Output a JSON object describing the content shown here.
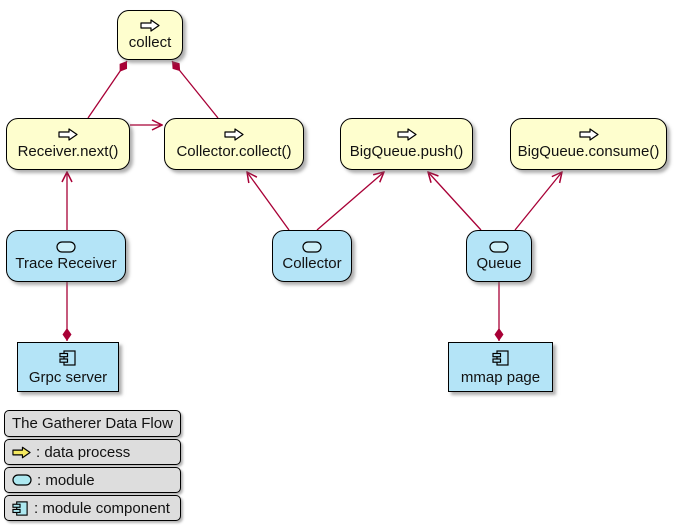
{
  "diagram": {
    "nodes": {
      "collect": {
        "label": "collect",
        "kind": "process"
      },
      "receiver_next": {
        "label": "Receiver.next()",
        "kind": "process"
      },
      "collector_collect": {
        "label": "Collector.collect()",
        "kind": "process"
      },
      "bigqueue_push": {
        "label": "BigQueue.push()",
        "kind": "process"
      },
      "bigqueue_consume": {
        "label": "BigQueue.consume()",
        "kind": "process"
      },
      "trace_receiver": {
        "label": "Trace Receiver",
        "kind": "module"
      },
      "collector": {
        "label": "Collector",
        "kind": "module"
      },
      "queue": {
        "label": "Queue",
        "kind": "module"
      },
      "grpc_server": {
        "label": "Grpc server",
        "kind": "component"
      },
      "mmap_page": {
        "label": "mmap page",
        "kind": "component"
      }
    },
    "edges": [
      {
        "from": "collect",
        "to": "receiver_next",
        "start": "diamond",
        "end": "none"
      },
      {
        "from": "collect",
        "to": "collector_collect",
        "start": "diamond",
        "end": "none"
      },
      {
        "from": "receiver_next",
        "to": "collector_collect",
        "start": "none",
        "end": "arrow"
      },
      {
        "from": "trace_receiver",
        "to": "receiver_next",
        "start": "none",
        "end": "arrow"
      },
      {
        "from": "collector",
        "to": "collector_collect",
        "start": "none",
        "end": "arrow"
      },
      {
        "from": "collector",
        "to": "bigqueue_push",
        "start": "none",
        "end": "arrow"
      },
      {
        "from": "queue",
        "to": "bigqueue_push",
        "start": "none",
        "end": "arrow"
      },
      {
        "from": "queue",
        "to": "bigqueue_consume",
        "start": "none",
        "end": "arrow"
      },
      {
        "from": "trace_receiver",
        "to": "grpc_server",
        "start": "none",
        "end": "diamond"
      },
      {
        "from": "queue",
        "to": "mmap_page",
        "start": "none",
        "end": "diamond"
      }
    ],
    "legend": {
      "title": "The Gatherer Data Flow",
      "entries": [
        {
          "icon": "data-process-arrow-icon",
          "label": ": data process"
        },
        {
          "icon": "module-oval-icon",
          "label": ": module"
        },
        {
          "icon": "module-component-icon",
          "label": ": module component"
        }
      ]
    },
    "colors": {
      "process_fill": "#FEFECE",
      "module_fill": "#B4E4F7",
      "edge": "#A80036",
      "node_border": "#000000",
      "legend_row_fill": "#DDDDDD",
      "legend_icon_yellow": "#F5E960",
      "legend_icon_cyan": "#ADE8F0",
      "node_oval_fill": "#CDEFF8",
      "node_arrow_fill": "#FFFFFF"
    }
  }
}
